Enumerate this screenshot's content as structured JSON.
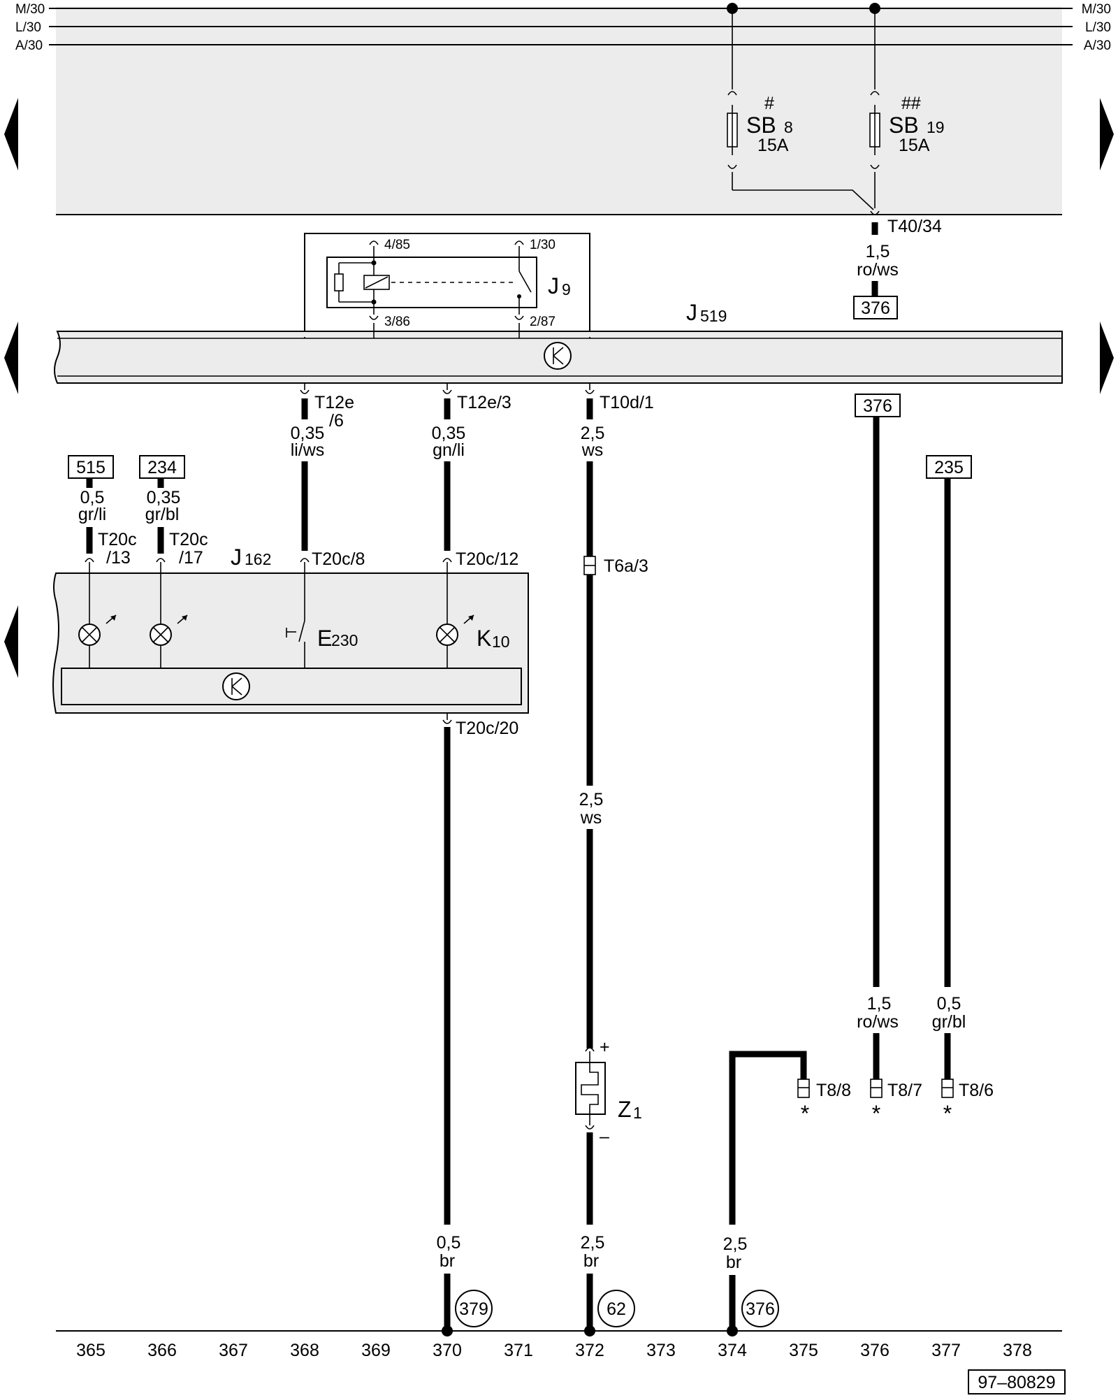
{
  "bus_lines": [
    {
      "left": "M/30",
      "right": "M/30"
    },
    {
      "left": "L/30",
      "right": "L/30"
    },
    {
      "left": "A/30",
      "right": "A/30"
    }
  ],
  "fuses": [
    {
      "mark": "#",
      "name": "SB",
      "sub": "8",
      "rating": "15A"
    },
    {
      "mark": "##",
      "name": "SB",
      "sub": "19",
      "rating": "15A"
    }
  ],
  "connectors": {
    "t40_34": "T40/34",
    "t12e_6_a": "T12e",
    "t12e_6_b": "/6",
    "t12e_3": "T12e/3",
    "t10d_1": "T10d/1",
    "t20c_13_a": "T20c",
    "t20c_13_b": "/13",
    "t20c_17_a": "T20c",
    "t20c_17_b": "/17",
    "t20c_8": "T20c/8",
    "t20c_12": "T20c/12",
    "t20c_20": "T20c/20",
    "t6a_3": "T6a/3",
    "t8_8": "T8/8",
    "t8_7": "T8/7",
    "t8_6": "T8/6"
  },
  "relay": {
    "name": "J",
    "sub": "9",
    "pin_85": "4/85",
    "pin_30": "1/30",
    "pin_86": "3/86",
    "pin_87": "2/87"
  },
  "modules": {
    "j519_name": "J",
    "j519_sub": "519",
    "j162_name": "J",
    "j162_sub": "162"
  },
  "components": {
    "e230_name": "E",
    "e230_sub": "230",
    "k10_name": "K",
    "k10_sub": "10",
    "z1_name": "Z",
    "z1_sub": "1",
    "z1_plus": "+",
    "z1_minus": "–"
  },
  "wires": {
    "w_t40": {
      "size": "1,5",
      "color": "ro/ws"
    },
    "w_t12e6": {
      "size": "0,35",
      "color": "li/ws"
    },
    "w_t12e3": {
      "size": "0,35",
      "color": "gn/li"
    },
    "w_t10d": {
      "size": "2,5",
      "color": "ws"
    },
    "w_515": {
      "size": "0,5",
      "color": "gr/li"
    },
    "w_234": {
      "size": "0,35",
      "color": "gr/bl"
    },
    "w_mid": {
      "size": "2,5",
      "color": "ws"
    },
    "w_376b": {
      "size": "1,5",
      "color": "ro/ws"
    },
    "w_235": {
      "size": "0,5",
      "color": "gr/bl"
    },
    "w_g370": {
      "size": "0,5",
      "color": "br"
    },
    "w_g372": {
      "size": "2,5",
      "color": "br"
    },
    "w_g374": {
      "size": "2,5",
      "color": "br"
    }
  },
  "refs": {
    "r376a": "376",
    "r376b": "376",
    "r515": "515",
    "r234": "234",
    "r235": "235"
  },
  "ground_refs": {
    "g379": "379",
    "g62": "62",
    "g376": "376"
  },
  "asterisk": "*",
  "grid_numbers": [
    "365",
    "366",
    "367",
    "368",
    "369",
    "370",
    "371",
    "372",
    "373",
    "374",
    "375",
    "376",
    "377",
    "378"
  ],
  "doc_id": "97–80829"
}
